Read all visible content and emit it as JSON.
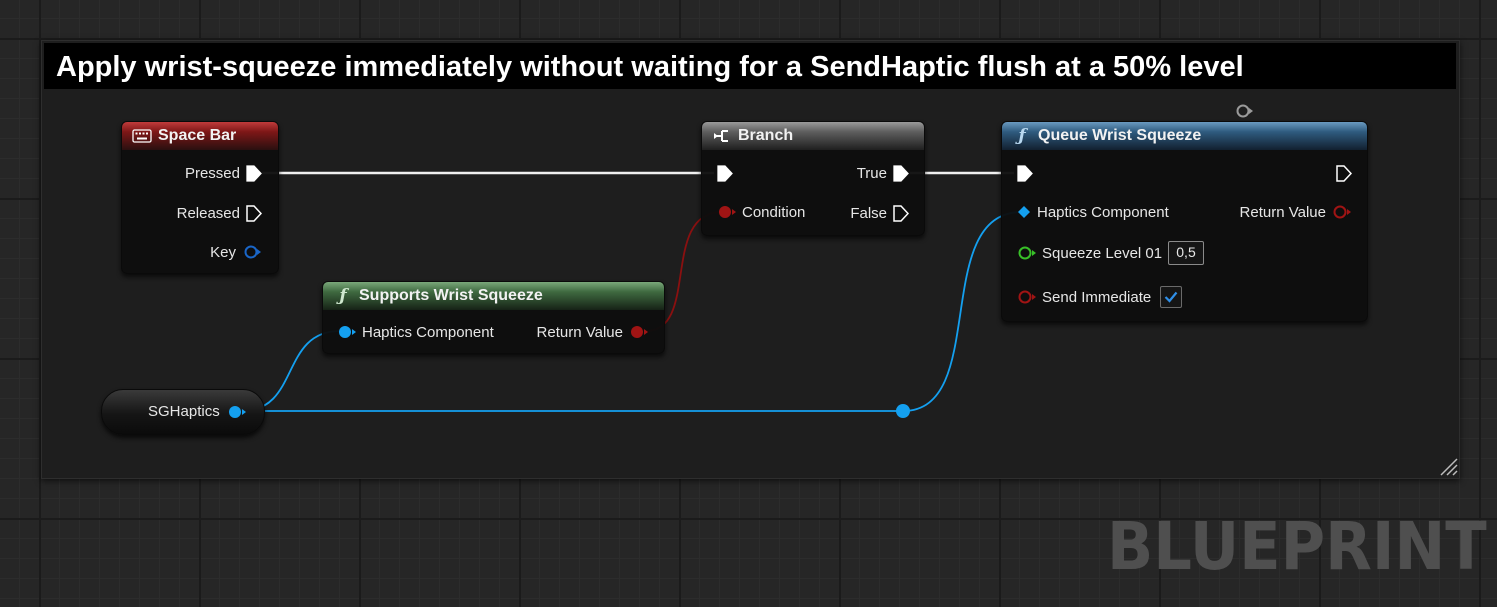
{
  "comment": {
    "title": "Apply wrist-squeeze immediately without waiting for a SendHaptic flush at a 50% level"
  },
  "nodes": {
    "space_bar": {
      "title": "Space Bar",
      "pins": {
        "pressed": "Pressed",
        "released": "Released",
        "key": "Key"
      }
    },
    "branch": {
      "title": "Branch",
      "pins": {
        "condition": "Condition",
        "true_label": "True",
        "false_label": "False"
      }
    },
    "queue_wrist_squeeze": {
      "title": "Queue Wrist Squeeze",
      "pins": {
        "haptics_component": "Haptics Component",
        "return_value": "Return Value",
        "squeeze_level": "Squeeze Level 01",
        "squeeze_level_value": "0,5",
        "send_immediate": "Send Immediate"
      },
      "send_immediate_checked": true
    },
    "supports_wrist_squeeze": {
      "title": "Supports Wrist Squeeze",
      "pins": {
        "haptics_component": "Haptics Component",
        "return_value": "Return Value"
      }
    },
    "sg_haptics": {
      "label": "SGHaptics"
    }
  },
  "watermark": "BLUEPRINT",
  "colors": {
    "exec": "#ffffff",
    "object_pin": "#14a0f0",
    "bool_pin": "#a01414",
    "float_pin": "#38c028",
    "event_header": "#a02020",
    "branch_header": "#7a7a7a",
    "function_header_blue": "#3c6a90",
    "function_header_green": "#4f7f50"
  },
  "icons": {
    "space_bar": "keyboard-icon",
    "branch": "branch-icon",
    "function": "function-icon"
  }
}
